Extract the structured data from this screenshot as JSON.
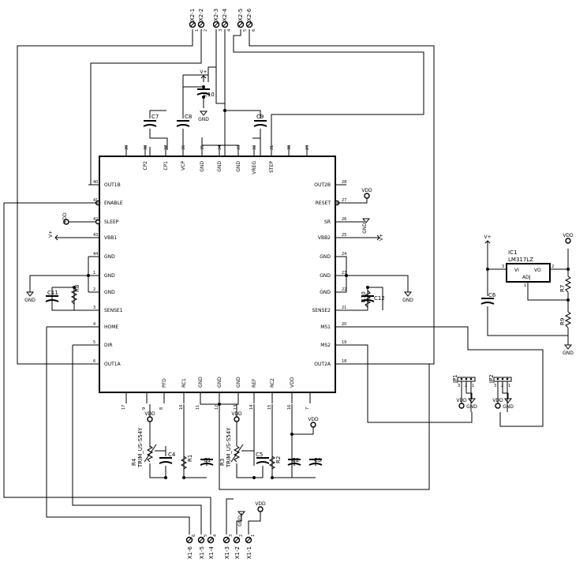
{
  "chip": {
    "pins": [
      {
        "n": "1",
        "label": "GND"
      },
      {
        "n": "2",
        "label": "GND"
      },
      {
        "n": "3",
        "label": "SENSE1"
      },
      {
        "n": "4",
        "label": "HOME"
      },
      {
        "n": "5",
        "label": "DIR"
      },
      {
        "n": "6",
        "label": "OUT1A"
      },
      {
        "n": "7",
        "label": ""
      },
      {
        "n": "8",
        "label": "PFD"
      },
      {
        "n": "9",
        "label": ""
      },
      {
        "n": "10",
        "label": "RC1"
      },
      {
        "n": "11",
        "label": "GND"
      },
      {
        "n": "12",
        "label": "GND"
      },
      {
        "n": "13",
        "label": "GND"
      },
      {
        "n": "14",
        "label": "REF"
      },
      {
        "n": "15",
        "label": "RC2"
      },
      {
        "n": "16",
        "label": "VDD"
      },
      {
        "n": "17",
        "label": ""
      },
      {
        "n": "18",
        "label": "OUT2A"
      },
      {
        "n": "19",
        "label": "MS2"
      },
      {
        "n": "20",
        "label": "MS1"
      },
      {
        "n": "21",
        "label": "SENSE2"
      },
      {
        "n": "22",
        "label": "GND"
      },
      {
        "n": "23",
        "label": "GND"
      },
      {
        "n": "24",
        "label": "GND"
      },
      {
        "n": "25",
        "label": "VBB2"
      },
      {
        "n": "26",
        "label": "SR"
      },
      {
        "n": "27",
        "label": "RESET"
      },
      {
        "n": "28",
        "label": "OUT2B"
      },
      {
        "n": "29",
        "label": ""
      },
      {
        "n": "30",
        "label": ""
      },
      {
        "n": "31",
        "label": "STEP"
      },
      {
        "n": "32",
        "label": "VREG"
      },
      {
        "n": "33",
        "label": "GND"
      },
      {
        "n": "34",
        "label": "GND"
      },
      {
        "n": "35",
        "label": "GND"
      },
      {
        "n": "36",
        "label": "VCP"
      },
      {
        "n": "37",
        "label": "CP1"
      },
      {
        "n": "38",
        "label": "CP2"
      },
      {
        "n": "39",
        "label": ""
      },
      {
        "n": "40",
        "label": "OUT1B"
      },
      {
        "n": "41",
        "label": "ENABLE"
      },
      {
        "n": "42",
        "label": "SLEEP"
      },
      {
        "n": "43",
        "label": "VBB1"
      },
      {
        "n": "44",
        "label": "GND"
      }
    ]
  },
  "connectors": {
    "x2": [
      "X2-1",
      "X2-2",
      "X2-3",
      "X2-4",
      "X2-5",
      "X2-6"
    ],
    "x1": [
      "X1-6",
      "X1-5",
      "X1-4",
      "X1-3",
      "X1-2",
      "X1-1"
    ],
    "x2_pins": [
      "1",
      "2",
      "3",
      "4",
      "5",
      "6"
    ],
    "x1_pins": [
      "6",
      "5",
      "4",
      "3",
      "2",
      "1"
    ]
  },
  "parts": {
    "C1": "C1",
    "C2": "C2",
    "C3": "C3",
    "C4": "C4",
    "C5": "C5",
    "C6": "C6",
    "C7": "C7",
    "C8": "C8",
    "C9": "C9",
    "C10": "C10",
    "C11": "C11",
    "C12": "C12",
    "R1": "R1",
    "R2": "R2",
    "R7": "R7",
    "R8": "R8",
    "R9": "R9",
    "R10": "R10",
    "R3": "R3",
    "R3_type": "TRIM_US-S54Y",
    "R4": "R4",
    "R4_type": "TRIM_US-S54Y",
    "IC1": "IC1",
    "IC1_type": "LM317LZ",
    "IC1_vi": "VI",
    "IC1_vo": "VO",
    "IC1_adj": "ADJ",
    "IC1_pin1": "1",
    "IC1_pin2": "2",
    "IC1_pin3": "3",
    "JP1": "JP1",
    "JP2": "JP2",
    "JP_pins": [
      "3",
      "2",
      "1"
    ]
  },
  "nets": {
    "vdd": "VDD",
    "gnd": "GND",
    "vplus": "V+"
  }
}
